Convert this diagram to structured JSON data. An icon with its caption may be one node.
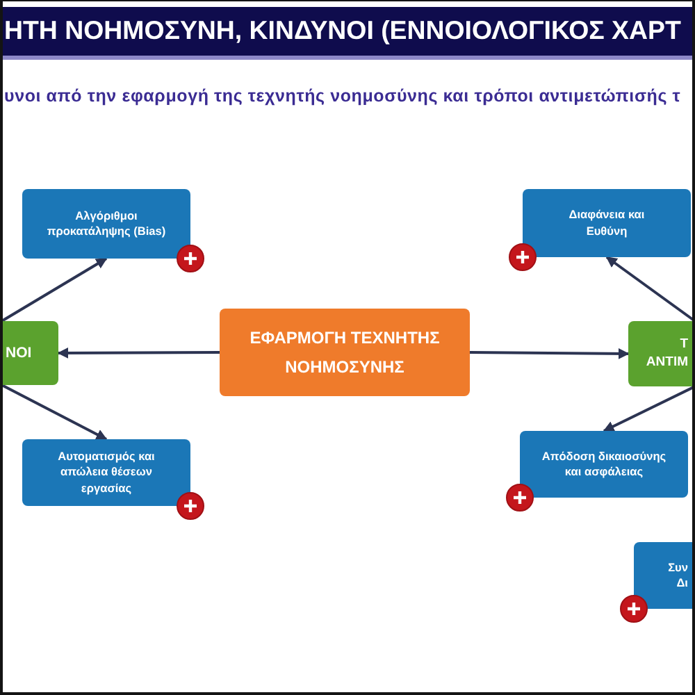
{
  "diagram": {
    "title": "ΗΤΗ ΝΟΗΜΟΣΥΝΗ, ΚΙΝΔΥΝΟΙ (ΕΝΝΟΙΟΛΟΓΙΚΟΣ ΧΑΡΤ",
    "nodes": [
      {
        "text": [
          "Αλγόριθμοι προκατάληψης (Bias)"
        ]
      },
      {
        "text": [
          "Διαφάνεια και Ευθύνη"
        ]
      },
      {
        "text": [
          "ΝΟΙ"
        ]
      },
      {
        "text": [
          "ΕΦΑΡΜΟΓΗ ΤΕΧΝΗΤΗΣ ΝΟΗΜΟΣΥΝΗΣ"
        ]
      },
      {
        "text": [
          "Τ ΑΝΤΙΜ"
        ]
      },
      {
        "text": [
          "Αυτοματισμός και απώλεια θέσεων εργασίας"
        ]
      },
      {
        "text": [
          "Απόδοση δικαιοσύνης και ασφάλειας"
        ]
      },
      {
        "text": [
          "Συν Δι"
        ]
      }
    ],
    "edges": [
      {
        "from": 3,
        "to": 2,
        "arrow": "to"
      },
      {
        "from": 3,
        "to": 4,
        "arrow": "to"
      },
      {
        "from": 2,
        "to": 0,
        "arrow": "to"
      },
      {
        "from": 2,
        "to": 5,
        "arrow": "to"
      },
      {
        "from": 4,
        "to": 1,
        "arrow": "to"
      },
      {
        "from": 4,
        "to": 6,
        "arrow": "to"
      }
    ],
    "labels": [
      "υνοι από την εφαρμογή της τεχνητής νοημοσύνης και τρόποι αντιμετώπισής τ"
    ]
  }
}
